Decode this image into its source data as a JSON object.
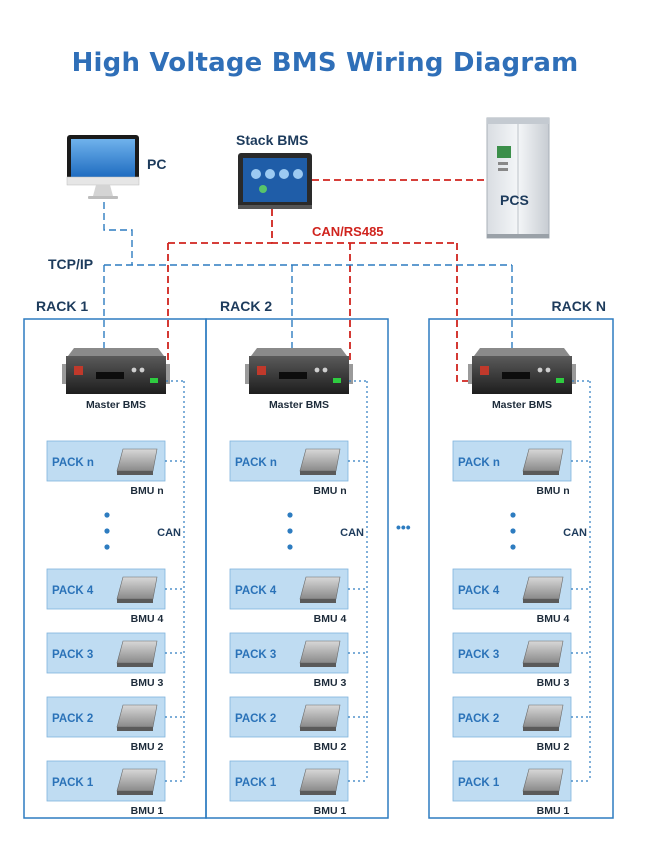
{
  "title": "High Voltage BMS Wiring Diagram",
  "colors": {
    "title": "#2f6fb8",
    "rack_border": "#2d7cc0",
    "pack_fill": "#bfdcf2",
    "pack_text": "#2a72b8",
    "can_rs485": "#d0241e",
    "tcp_line": "#2d7cc0",
    "text_dark": "#1d3b5c"
  },
  "labels": {
    "pc": "PC",
    "stack_bms": "Stack BMS",
    "pcs": "PCS",
    "can_rs485": "CAN/RS485",
    "tcp_ip": "TCP/IP",
    "master_bms": "Master BMS",
    "can": "CAN",
    "ellipsis": "•••"
  },
  "racks": [
    {
      "name": "RACK 1",
      "packs": [
        {
          "pack": "PACK  n",
          "bmu": "BMU  n"
        },
        {
          "pack": "PACK  4",
          "bmu": "BMU  4"
        },
        {
          "pack": "PACK  3",
          "bmu": "BMU  3"
        },
        {
          "pack": "PACK  2",
          "bmu": "BMU  2"
        },
        {
          "pack": "PACK  1",
          "bmu": "BMU  1"
        }
      ]
    },
    {
      "name": "RACK 2",
      "packs": [
        {
          "pack": "PACK  n",
          "bmu": "BMU  n"
        },
        {
          "pack": "PACK  4",
          "bmu": "BMU  4"
        },
        {
          "pack": "PACK  3",
          "bmu": "BMU  3"
        },
        {
          "pack": "PACK  2",
          "bmu": "BMU  2"
        },
        {
          "pack": "PACK  1",
          "bmu": "BMU  1"
        }
      ]
    },
    {
      "name": "RACK N",
      "packs": [
        {
          "pack": "PACK  n",
          "bmu": "BMU  n"
        },
        {
          "pack": "PACK  4",
          "bmu": "BMU  4"
        },
        {
          "pack": "PACK  3",
          "bmu": "BMU  3"
        },
        {
          "pack": "PACK  2",
          "bmu": "BMU  2"
        },
        {
          "pack": "PACK  1",
          "bmu": "BMU  1"
        }
      ]
    }
  ]
}
